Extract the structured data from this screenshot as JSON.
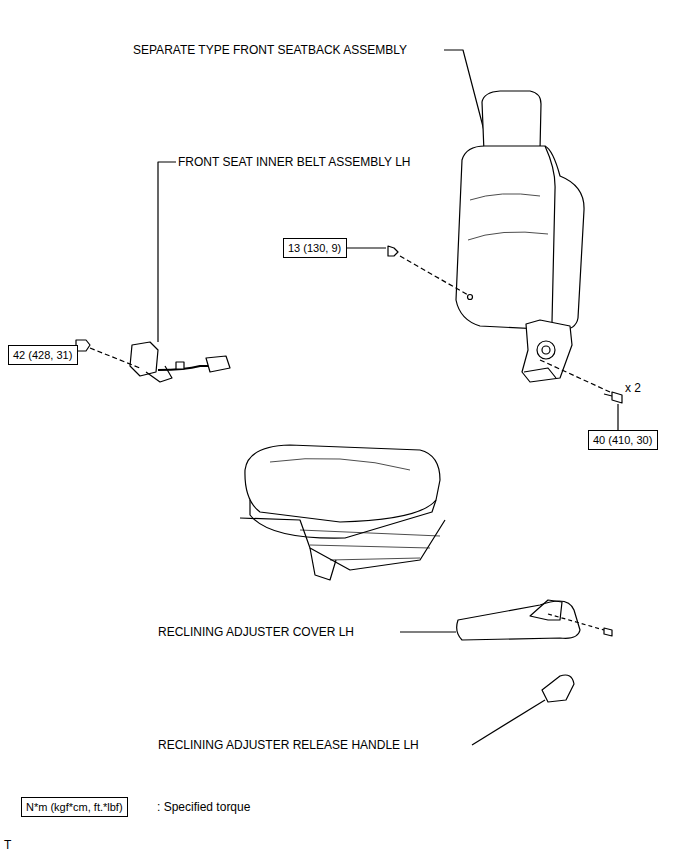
{
  "diagram": {
    "nodes": [
      {
        "text": [
          "13 (130, 9)"
        ]
      },
      {
        "text": [
          "42 (428, 31)"
        ]
      },
      {
        "text": [
          "40 (410, 30)"
        ]
      },
      {
        "text": [
          "N*m (kgf*cm, ft.*lbf)"
        ]
      }
    ],
    "labels": [
      "SEPARATE TYPE FRONT SEATBACK ASSEMBLY",
      "FRONT SEAT INNER BELT ASSEMBLY LH",
      "x 2",
      "RECLINING ADJUSTER COVER LH",
      "RECLINING ADJUSTER RELEASE HANDLE LH",
      ": Specified torque",
      "T"
    ]
  }
}
